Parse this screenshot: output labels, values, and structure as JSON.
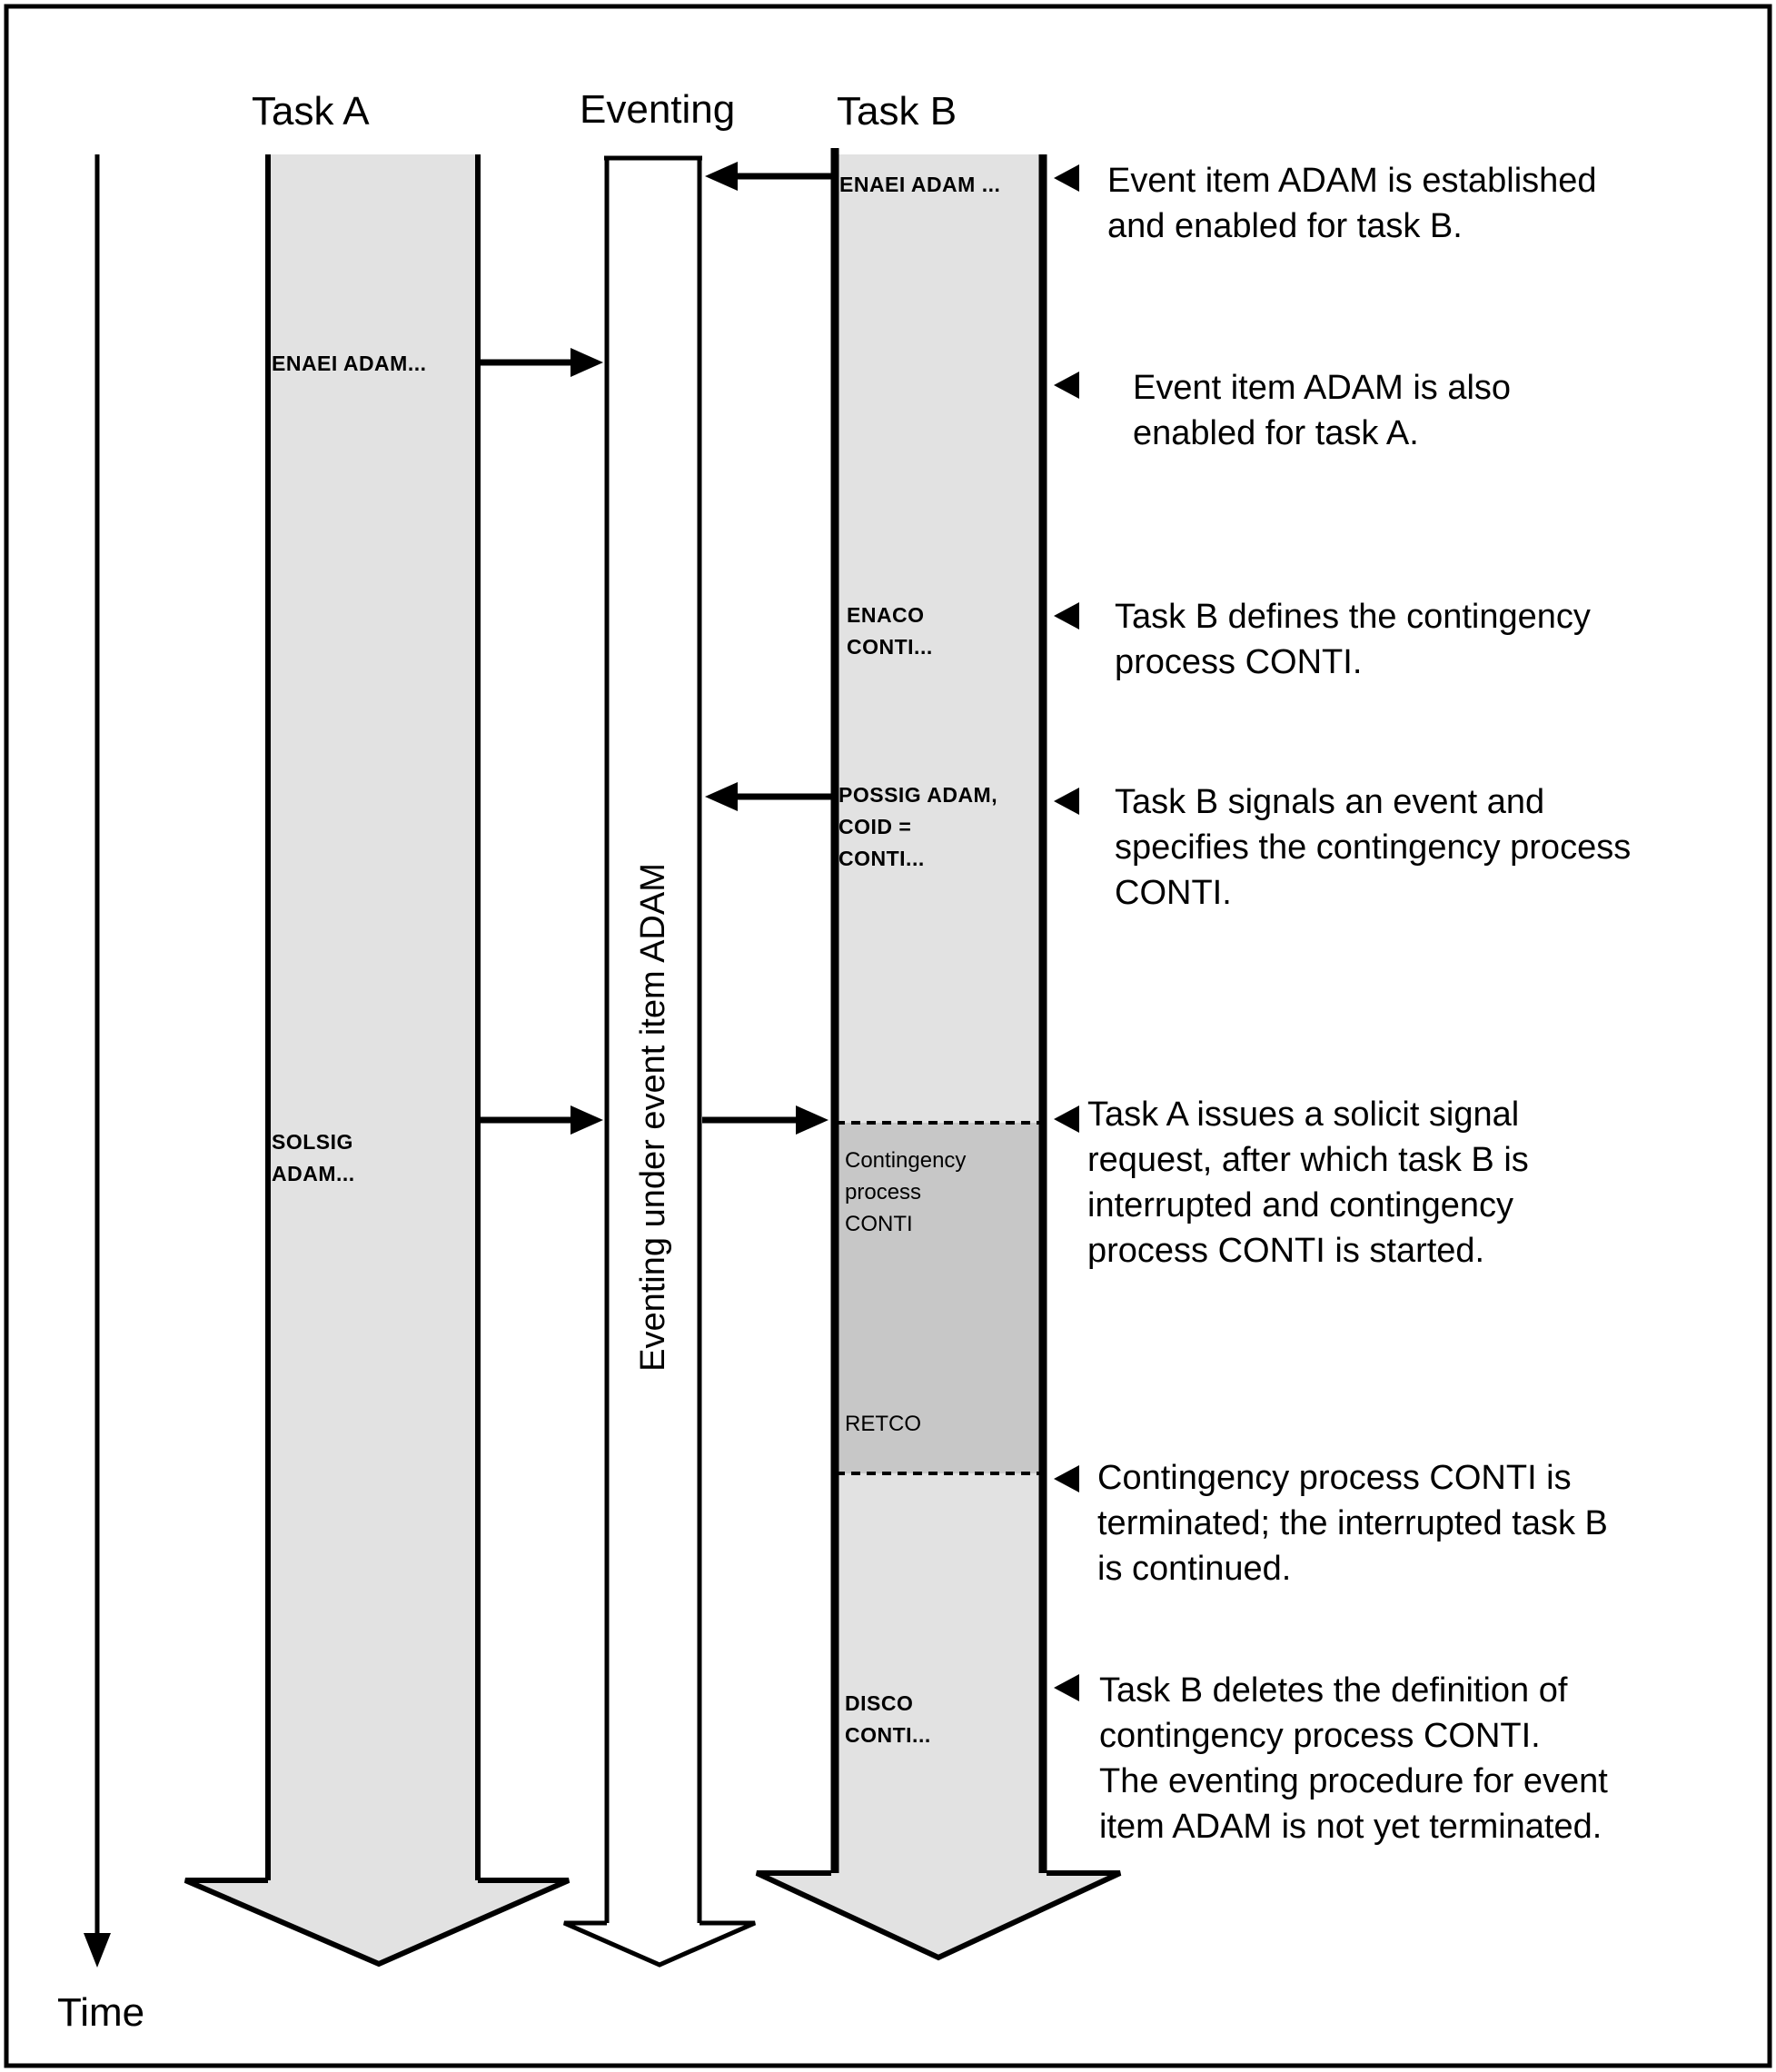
{
  "title": "Eventing with contingency process sequence diagram",
  "colors": {
    "shaft_gray": "#e2e2e2",
    "contingency_gray": "#c7c7c7",
    "line": "#000000",
    "background": "#ffffff"
  },
  "headers": {
    "task_a": "Task A",
    "eventing": "Eventing",
    "task_b": "Task B"
  },
  "time_label": "Time",
  "eventing_bar_label": "Eventing under event item ADAM",
  "flow_labels": {
    "enaei_b": "ENAEI ADAM ...",
    "enaei_a": "ENAEI ADAM...",
    "enaco": "ENACO\nCONTI...",
    "possig": "POSSIG ADAM,\nCOID =\nCONTI...",
    "solsig": "SOLSIG\nADAM...",
    "contingency_process": "Contingency\nprocess\nCONTI",
    "retco": "RETCO",
    "disco": "DISCO\nCONTI..."
  },
  "annotations": [
    {
      "text": "Event item ADAM is established\nand enabled for task B."
    },
    {
      "text": "Event item ADAM is also\nenabled for task A."
    },
    {
      "text": "Task B defines the contingency\nprocess CONTI."
    },
    {
      "text": "Task B signals an event and\nspecifies the contingency process\nCONTI."
    },
    {
      "text": "Task A issues a solicit signal\nrequest, after which task B is\ninterrupted and contingency\nprocess CONTI is started."
    },
    {
      "text": "Contingency process CONTI is\nterminated; the interrupted task B\nis continued."
    },
    {
      "text": "Task B deletes the definition of\ncontingency process CONTI.\nThe eventing procedure for event\nitem ADAM is not yet terminated."
    }
  ]
}
